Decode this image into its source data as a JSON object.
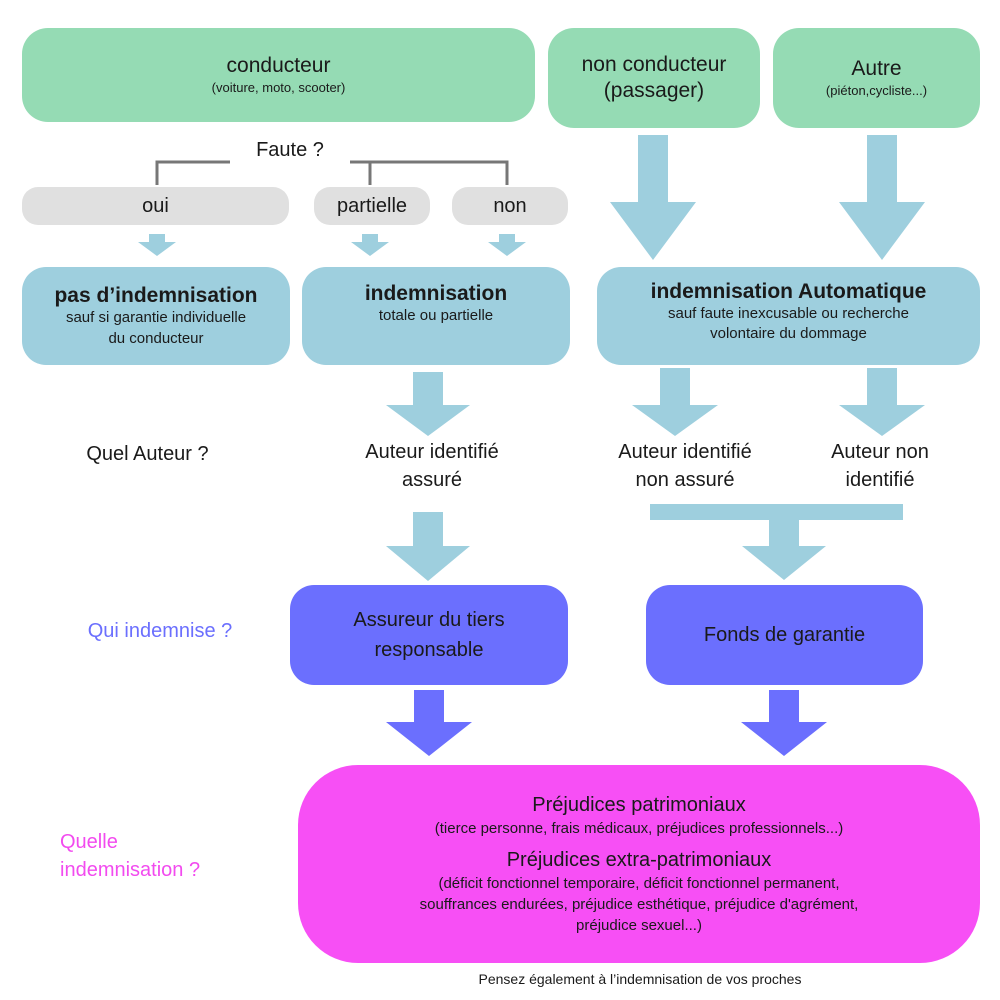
{
  "top": {
    "conducteur": {
      "title": "conducteur",
      "sub": "(voiture, moto, scooter)"
    },
    "non_conducteur": {
      "line1": "non conducteur",
      "line2": "(passager)"
    },
    "autre": {
      "title": "Autre",
      "sub": "(piéton,cycliste...)"
    }
  },
  "faute": {
    "question": "Faute ?",
    "oui": "oui",
    "partielle": "partielle",
    "non": "non"
  },
  "results": {
    "pas": {
      "title": "pas d’indemnisation",
      "sub1": "sauf si garantie individuelle",
      "sub2": "du conducteur"
    },
    "indem": {
      "title": "indemnisation",
      "sub": "totale ou partielle"
    },
    "auto": {
      "title": "indemnisation Automatique",
      "sub1": "sauf faute inexcusable ou recherche",
      "sub2": "volontaire du dommage"
    }
  },
  "auteur": {
    "question": "Quel Auteur ?",
    "identifie_assure": {
      "line1": "Auteur identifié",
      "line2": "assuré"
    },
    "identifie_non_assure": {
      "line1": "Auteur identifié",
      "line2": "non assuré"
    },
    "non_identifie": {
      "line1": "Auteur non",
      "line2": "identifié"
    }
  },
  "qui": {
    "question": "Qui indemnise ?",
    "assureur": {
      "line1": "Assureur du tiers",
      "line2": "responsable"
    },
    "fonds": "Fonds de garantie"
  },
  "quelle": {
    "question_line1": "Quelle",
    "question_line2": "indemnisation ?",
    "patrimoniaux_title": "Préjudices patrimoniaux",
    "patrimoniaux_sub": "(tierce personne, frais médicaux, préjudices professionnels...)",
    "extra_title": "Préjudices extra-patrimoniaux",
    "extra_sub1": "(déficit fonctionnel temporaire, déficit fonctionnel permanent,",
    "extra_sub2": "souffrances endurées, préjudice esthétique, préjudice d'agrément,",
    "extra_sub3": "préjudice sexuel...)"
  },
  "footer": "Pensez également à l’indemnisation de vos proches",
  "colors": {
    "green": "#95dbb4",
    "grey": "#e0e0e0",
    "light_blue": "#9ecfde",
    "violet": "#6b6ffe",
    "pink": "#f74ff5",
    "question_violet": "#6b6ffe",
    "question_pink": "#f24bef"
  }
}
